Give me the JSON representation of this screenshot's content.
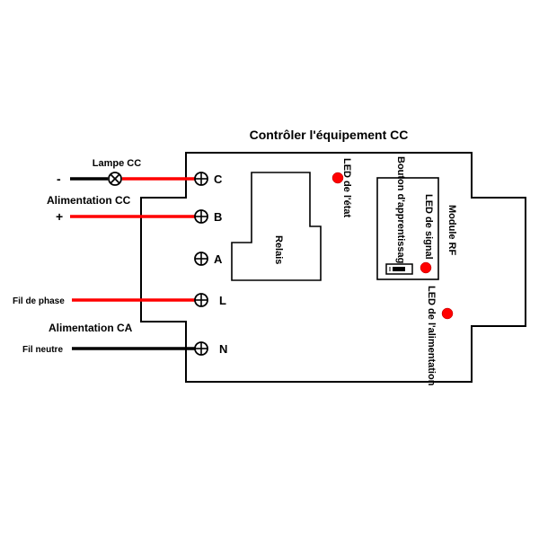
{
  "title": "Contrôler l'équipement CC",
  "colors": {
    "live_wire": "#ff0000",
    "neutral_wire": "#000000",
    "led": "#ff0000",
    "outline": "#000000",
    "background": "#ffffff"
  },
  "terminals": [
    {
      "id": "C",
      "label": "C"
    },
    {
      "id": "B",
      "label": "B"
    },
    {
      "id": "A",
      "label": "A"
    },
    {
      "id": "L",
      "label": "L"
    },
    {
      "id": "N",
      "label": "N"
    }
  ],
  "dc_side": {
    "lamp_label": "Lampe CC",
    "minus_label": "-",
    "plus_label": "+",
    "supply_label": "Alimentation CC"
  },
  "ac_side": {
    "phase_label": "Fil de phase",
    "supply_label": "Alimentation CA",
    "neutral_label": "Fil neutre"
  },
  "board": {
    "relay_label": "Relais",
    "status_led_label": "LED de l'état",
    "learn_button_label": "Bouton d'apprentissage",
    "signal_led_label": "LED de signal",
    "rf_module_label": "Module RF",
    "power_led_label": "LED de l'alimentation"
  }
}
